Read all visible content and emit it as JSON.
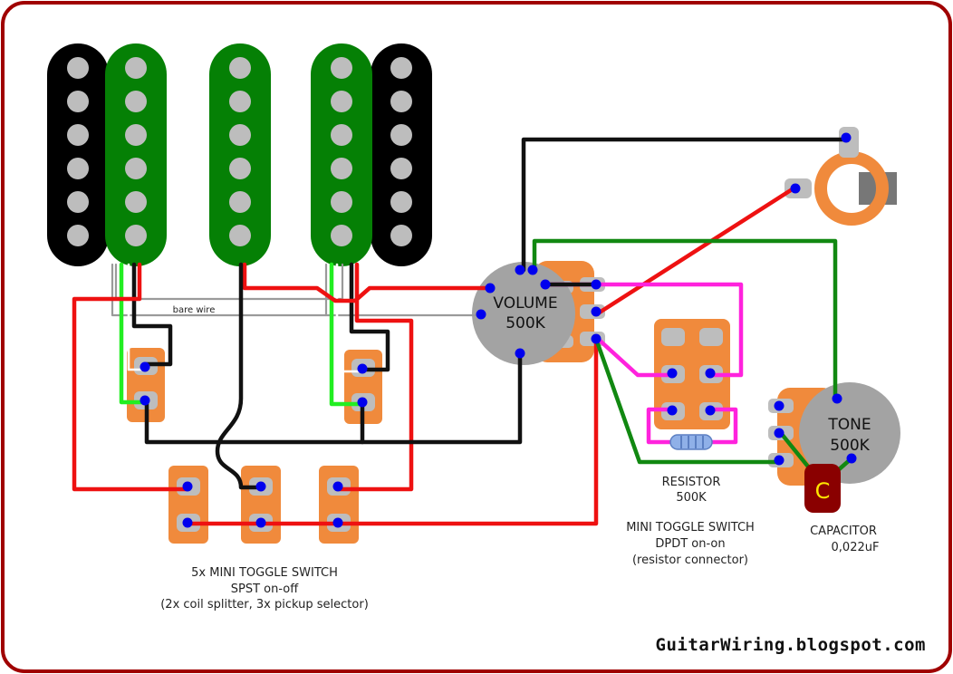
{
  "diagram": {
    "bare_wire_label": "bare wire",
    "volume": {
      "line1": "VOLUME",
      "line2": "500K"
    },
    "tone": {
      "line1": "TONE",
      "line2": "500K"
    },
    "capacitor": {
      "symbol": "C",
      "label": "CAPACITOR",
      "value": "0,022uF"
    },
    "resistor": {
      "label": "RESISTOR",
      "value": "500K"
    },
    "dpdt_switch": {
      "line1": "MINI TOGGLE SWITCH",
      "line2": "DPDT on-on",
      "line3": "(resistor connector)"
    },
    "spst_switches": {
      "line1": "5x MINI TOGGLE SWITCH",
      "line2": "SPST on-off",
      "line3": "(2x coil splitter, 3x pickup selector)"
    },
    "brand": "GuitarWiring.blogspot.com"
  },
  "colors": {
    "frame": "#a00000",
    "switch_body": "#f08a3c",
    "knob": "#a3a3a3",
    "coil_green": "#058005",
    "coil_black": "#000000",
    "solder_point": "#0000ee",
    "capacitor": "#8a0000"
  }
}
